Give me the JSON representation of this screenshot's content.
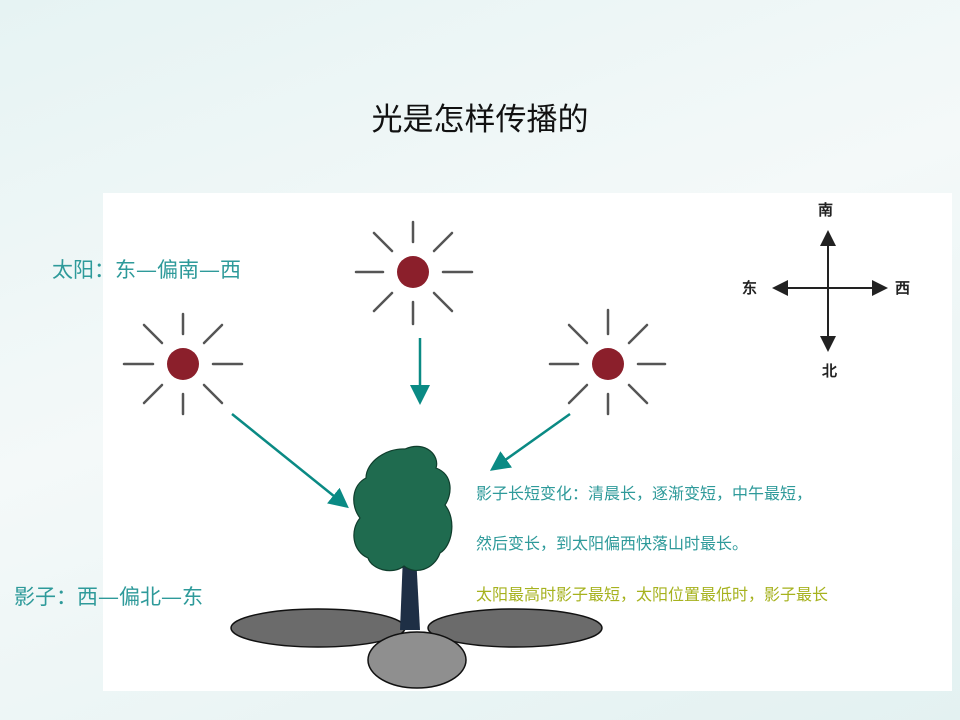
{
  "title": "光是怎样传播的",
  "sun_path_label": "太阳：东—偏南—西",
  "shadow_path_label": "影子：西—偏北—东",
  "description_lines": [
    "影子长短变化：清晨长，逐渐变短，中午最短，",
    "然后变长，到太阳偏西快落山时最长。",
    "太阳最高时影子最短，太阳位置最低时，影子最长"
  ],
  "compass": {
    "south": "南",
    "east": "东",
    "west": "西",
    "north": "北"
  },
  "colors": {
    "sun": "#8b1f2b",
    "arrow": "#0a8a84",
    "tree_crown": "#1f6b4f",
    "trunk": "#1e2f45",
    "shadow_dark": "#6b6b6b",
    "shadow_light": "#8f8f8f",
    "text_teal": "#2e9a9a",
    "text_olive": "#a6b21e"
  },
  "icons": [
    "sun-icon",
    "tree-icon",
    "compass-icon",
    "arrow-icon"
  ]
}
